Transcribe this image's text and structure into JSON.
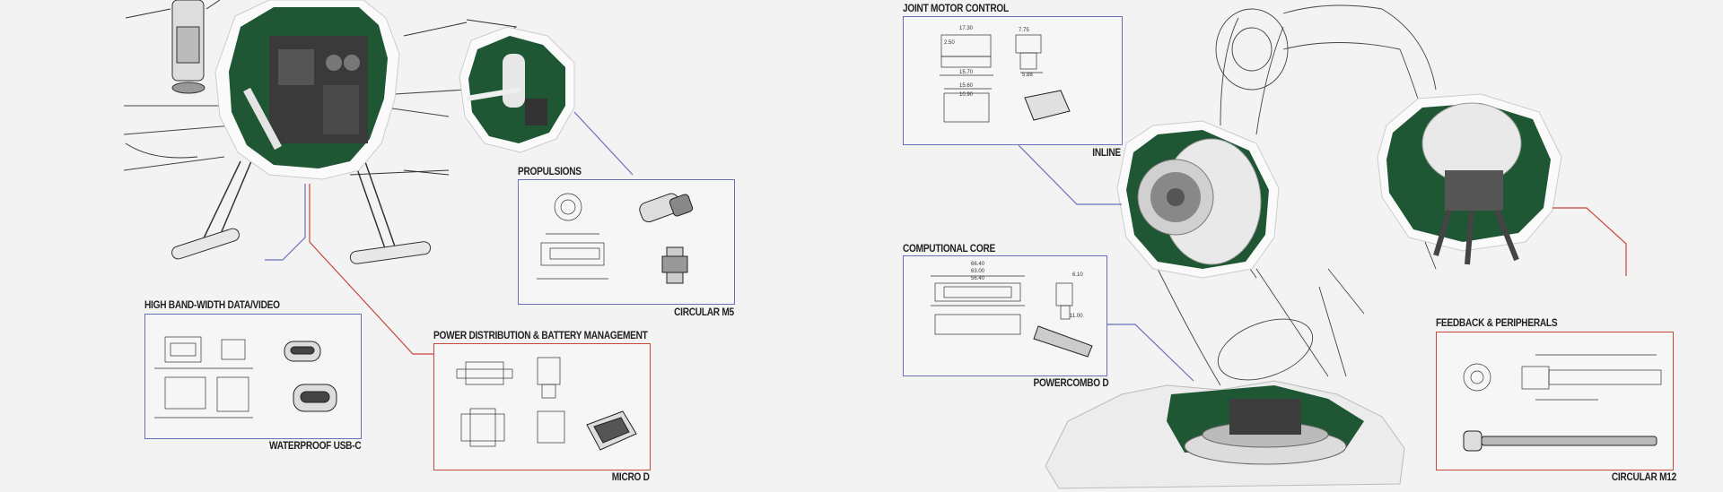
{
  "labels": {
    "hbw_title": "HIGH BAND-WIDTH DATA/VIDEO",
    "hbw_sub": "WATERPROOF USB-C",
    "prop_title": "PROPULSIONS",
    "prop_sub": "CIRCULAR M5",
    "power_title": "POWER DISTRIBUTION & BATTERY MANAGEMENT",
    "power_sub": "MICRO D",
    "jmc_title": "JOINT MOTOR CONTROL",
    "jmc_sub": "INLINE",
    "core_title": "COMPUTIONAL CORE",
    "core_sub": "POWERCOMBO D",
    "feed_title": "FEEDBACK & PERIPHERALS",
    "feed_sub": "CIRCULAR M12"
  },
  "dims": {
    "jmc_a": "17.30",
    "jmc_b": "2.50",
    "jmc_c": "7.75",
    "jmc_d": "15.70",
    "jmc_e": "5.88",
    "jmc_f": "15.60",
    "jmc_g": "10.90",
    "core_a": "66.40",
    "core_b": "63.00",
    "core_c": "56.40",
    "core_d": "6.10",
    "core_e": "11.00"
  },
  "colors": {
    "blue": "#6a6fb8",
    "red": "#c8463a",
    "green": "#1f5634"
  },
  "icons": [
    "drone-illustration",
    "robot-arm-illustration",
    "connector-drawing"
  ]
}
